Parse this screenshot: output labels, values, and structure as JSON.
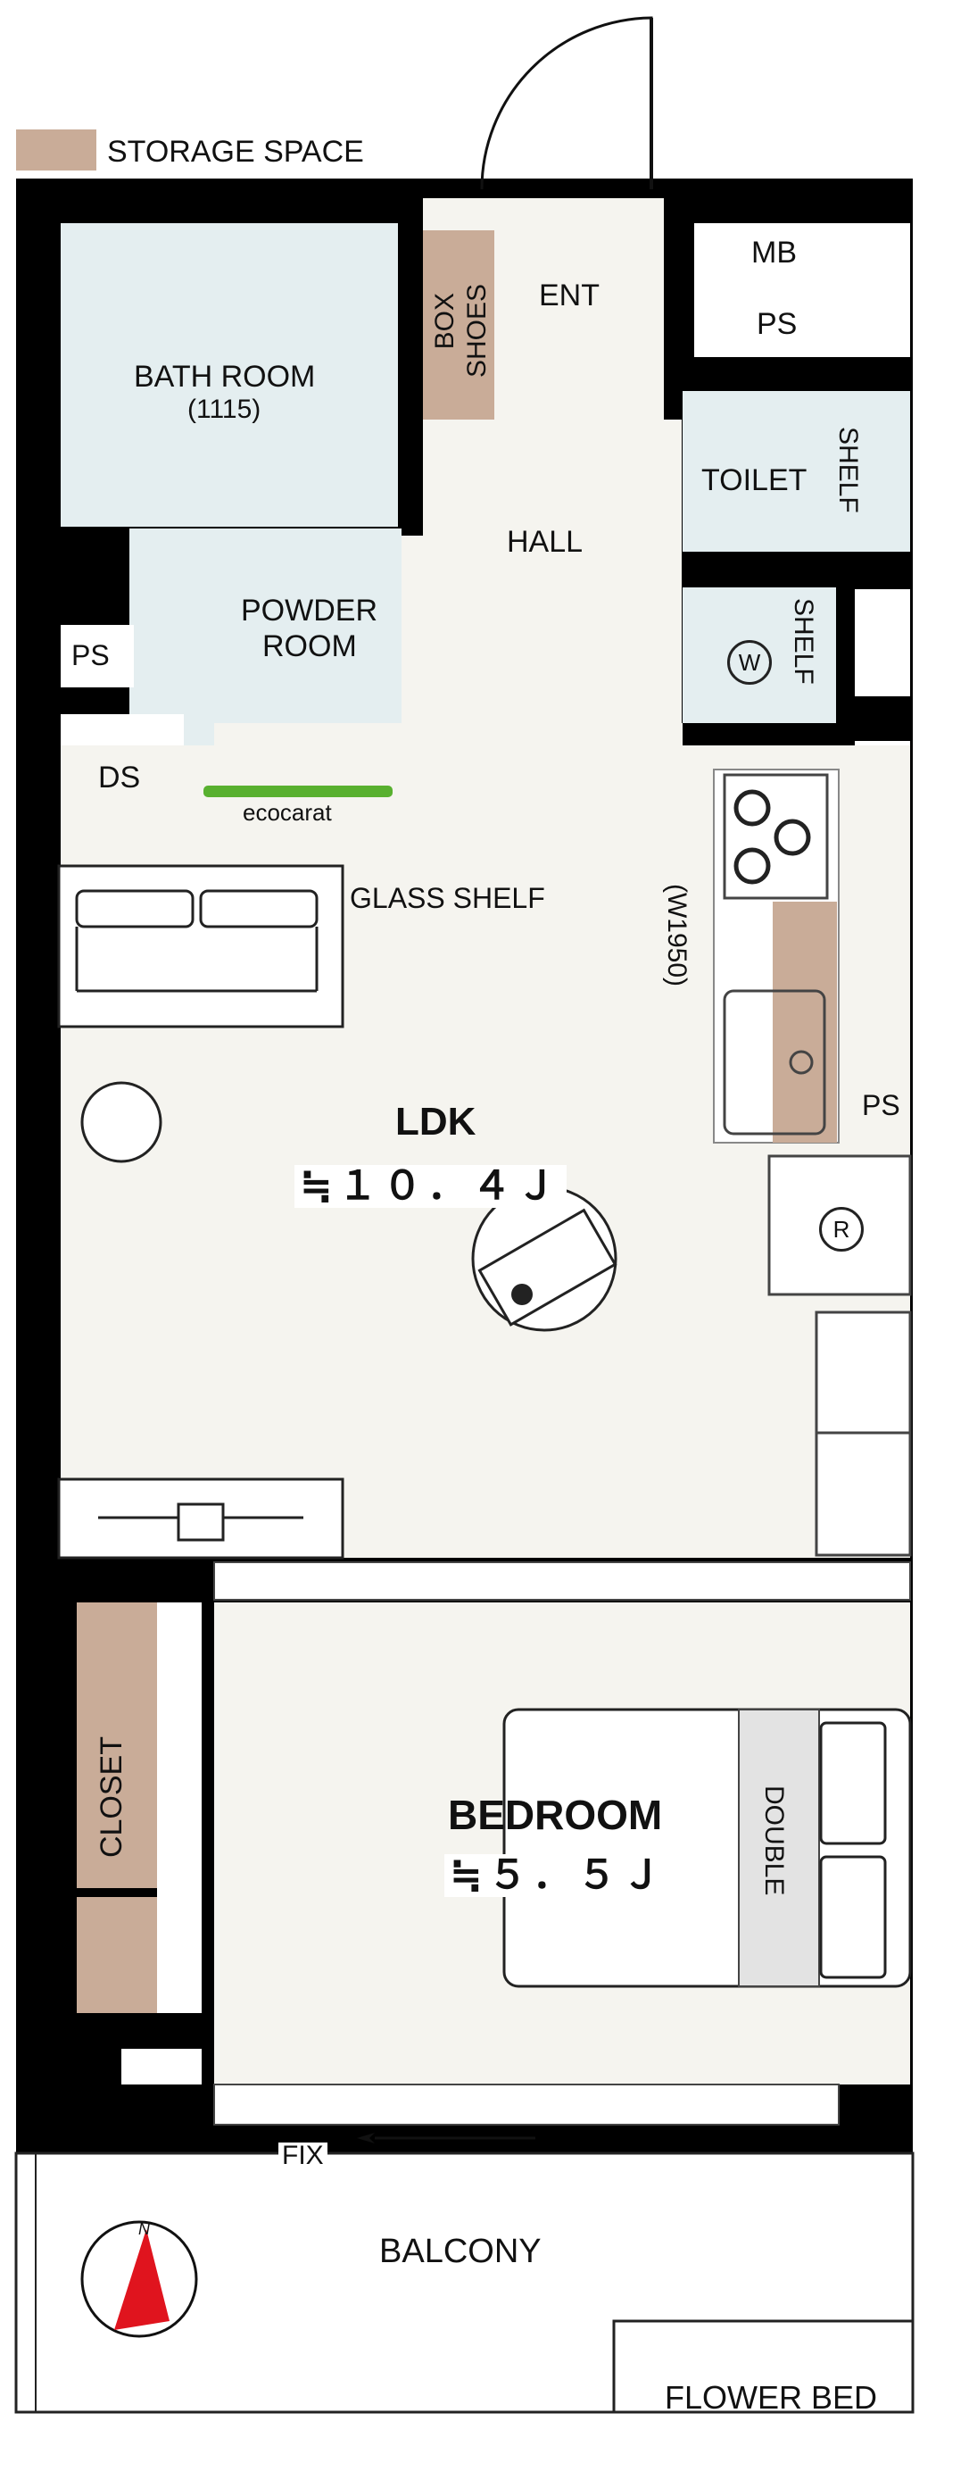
{
  "legend": {
    "label": "STORAGE SPACE",
    "swatch_color": "#c9ac98"
  },
  "colors": {
    "wall": "#000000",
    "floor": "#f5f4ef",
    "wet_area": "#e4eef0",
    "storage": "#c9ac98",
    "ecocarat": "#58b02f",
    "bed_band": "#e3e3e3",
    "compass_needle": "#e0141e"
  },
  "rooms": {
    "bath": {
      "name": "BATH ROOM",
      "size": "(1115)"
    },
    "powder": {
      "line1": "POWDER",
      "line2": "ROOM"
    },
    "shoes_box": {
      "line1": "SHOES",
      "line2": "BOX"
    },
    "entrance": "ENT",
    "hall": "HALL",
    "toilet": "TOILET",
    "mb": "MB",
    "ps_top": "PS",
    "ps_left": "PS",
    "ps_right": "PS",
    "ds": "DS",
    "shelf_toilet": "SHELF",
    "shelf_laundry": "SHELF",
    "washer_symbol": "W",
    "fridge_symbol": "R",
    "ecocarat": "ecocarat",
    "glass_shelf": "GLASS SHELF",
    "kitchen_width": "(W1950)",
    "ldk": {
      "name": "LDK",
      "area": "≒１０．４Ｊ"
    },
    "bedroom": {
      "name": "BEDROOM",
      "area": "≒５．５Ｊ"
    },
    "bed": "DOUBLE",
    "closet": "CLOSET",
    "fix": "FIX",
    "balcony": "BALCONY",
    "flower_bed": "FLOWER BED",
    "compass_n": "N"
  }
}
